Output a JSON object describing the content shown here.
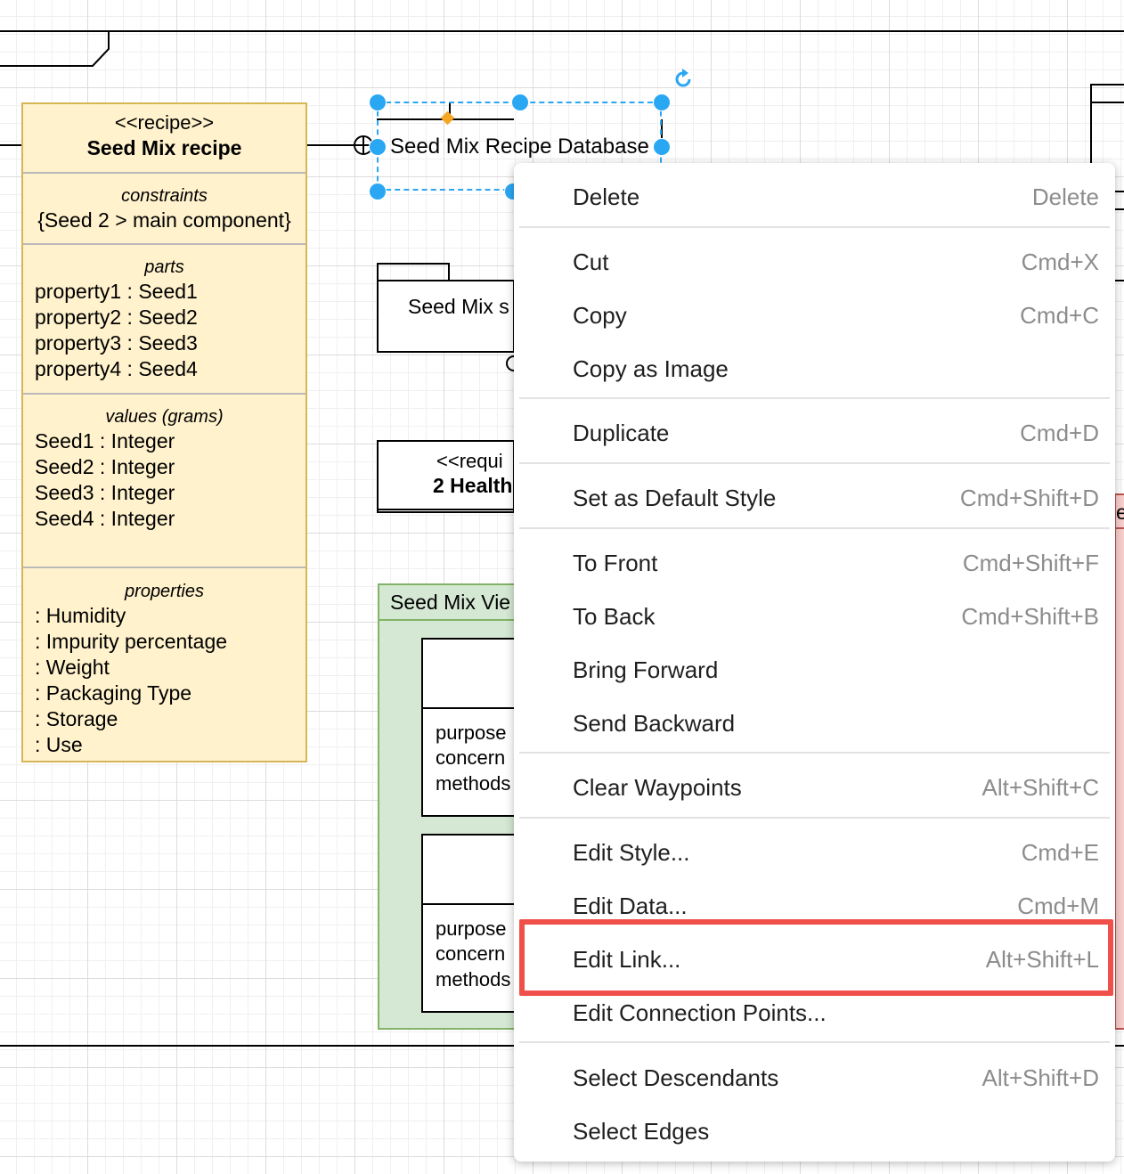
{
  "recipe_block": {
    "stereotype": "<<recipe>>",
    "name": "Seed Mix recipe",
    "constraints_heading": "constraints",
    "constraint": "{Seed 2 > main component}",
    "parts_heading": "parts",
    "parts": [
      "property1 : Seed1",
      "property2 : Seed2",
      "property3 : Seed3",
      "property4 : Seed4"
    ],
    "values_heading": "values (grams)",
    "values": [
      "Seed1 : Integer",
      "Seed2 : Integer",
      "Seed3 : Integer",
      "Seed4 : Integer"
    ],
    "properties_heading": "properties",
    "properties": [
      ": Humidity",
      ": Impurity percentage",
      ": Weight",
      ": Packaging Type",
      ": Storage",
      ": Use"
    ]
  },
  "selected_shape": {
    "label": "Seed Mix Recipe Database"
  },
  "package_shape": {
    "label": "Seed Mix s"
  },
  "requirement_block": {
    "stereotype": "<<requi",
    "name": "2 Health"
  },
  "view_block": {
    "title": "Seed Mix Vie",
    "inner1": [
      "purpose",
      "concern",
      "methods"
    ],
    "inner2": [
      "purpose",
      "concern",
      "methods"
    ]
  },
  "right_edge_letter": "e",
  "context_menu": {
    "items": [
      {
        "label": "Delete",
        "shortcut": "Delete"
      },
      {
        "label": "Cut",
        "shortcut": "Cmd+X"
      },
      {
        "label": "Copy",
        "shortcut": "Cmd+C"
      },
      {
        "label": "Copy as Image",
        "shortcut": ""
      },
      {
        "label": "Duplicate",
        "shortcut": "Cmd+D"
      },
      {
        "label": "Set as Default Style",
        "shortcut": "Cmd+Shift+D"
      },
      {
        "label": "To Front",
        "shortcut": "Cmd+Shift+F"
      },
      {
        "label": "To Back",
        "shortcut": "Cmd+Shift+B"
      },
      {
        "label": "Bring Forward",
        "shortcut": ""
      },
      {
        "label": "Send Backward",
        "shortcut": ""
      },
      {
        "label": "Clear Waypoints",
        "shortcut": "Alt+Shift+C"
      },
      {
        "label": "Edit Style...",
        "shortcut": "Cmd+E"
      },
      {
        "label": "Edit Data...",
        "shortcut": "Cmd+M"
      },
      {
        "label": "Edit Link...",
        "shortcut": "Alt+Shift+L"
      },
      {
        "label": "Edit Connection Points...",
        "shortcut": ""
      },
      {
        "label": "Select Descendants",
        "shortcut": "Alt+Shift+D"
      },
      {
        "label": "Select Edges",
        "shortcut": ""
      }
    ]
  },
  "colors": {
    "selection_handle": "#2aa7f2",
    "highlight_box": "#f0504a",
    "recipe_fill": "#fff2cc",
    "recipe_border": "#d6b656",
    "view_fill": "#d5e8d4",
    "view_border": "#82b366",
    "requirement_fill": "#f8cecc"
  }
}
